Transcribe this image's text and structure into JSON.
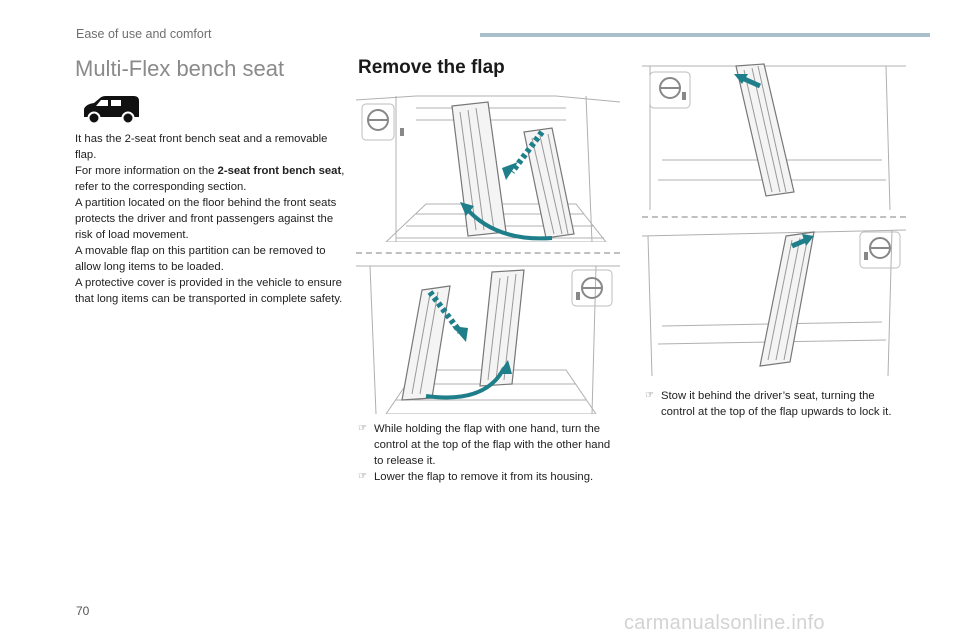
{
  "header": {
    "section": "Ease of use and comfort",
    "bar_color": "#a9bfcc"
  },
  "left_column": {
    "title": "Multi-Flex bench seat",
    "icon": "van-icon",
    "paragraphs": [
      {
        "pre": "It has the 2-seat front bench seat and a removable flap.",
        "bold": "",
        "post": ""
      },
      {
        "pre": "For more information on the ",
        "bold": "2-seat front bench seat",
        "post": ", refer to the corresponding section."
      },
      {
        "pre": "A partition located on the floor behind the front seats protects the driver and front passengers against the risk of load movement.",
        "bold": "",
        "post": ""
      },
      {
        "pre": "A movable flap on this partition can be removed to allow long items to be loaded.",
        "bold": "",
        "post": ""
      },
      {
        "pre": "A protective cover is provided in the vehicle to ensure that long items can be transported in complete safety.",
        "bold": "",
        "post": ""
      }
    ]
  },
  "right_section": {
    "title": "Remove the flap",
    "bullet_glyph": "☞",
    "instructions_left": [
      "While holding the flap with one hand, turn the control at the top of the flap with the other hand to release it.",
      "Lower the flap to remove it from its housing."
    ],
    "instructions_right": [
      "Stow it behind the driver’s seat, turning the control at the top of the flap upwards to lock it."
    ],
    "accent_color": "#1e7f8a"
  },
  "footer": {
    "page_number": "70",
    "watermark": "carmanualsonline.info"
  }
}
